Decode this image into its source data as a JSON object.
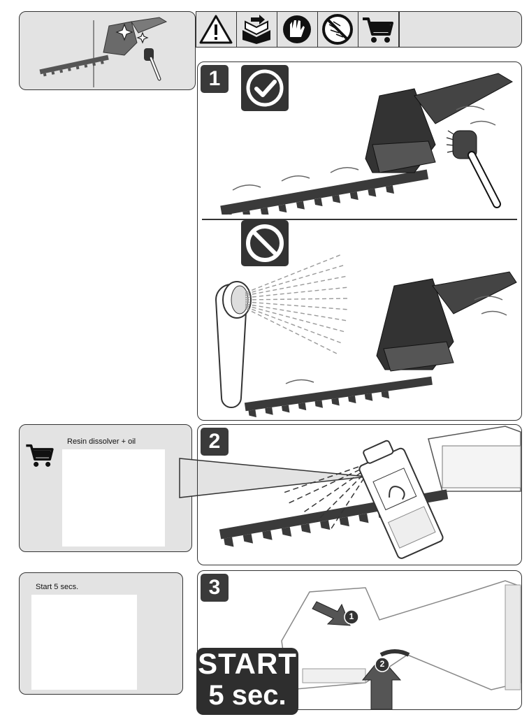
{
  "icons": {
    "thumb": "hedge-trimmer-cleaning-thumbnail-icon",
    "warning": "warning-triangle-icon",
    "read_manual": "read-manual-icon",
    "gloves": "protective-gloves-icon",
    "no_water": "no-water-icon",
    "shop": "shopping-cart-icon"
  },
  "steps": [
    {
      "number": "1"
    },
    {
      "number": "2"
    },
    {
      "number": "3"
    }
  ],
  "step2_side": {
    "label": "Resin dissolver + oil"
  },
  "step3_side": {
    "label": "Start 5 secs."
  },
  "start_badge": {
    "line1": "START",
    "line2": "5 sec."
  },
  "markers": {
    "one": "1",
    "two": "2"
  }
}
